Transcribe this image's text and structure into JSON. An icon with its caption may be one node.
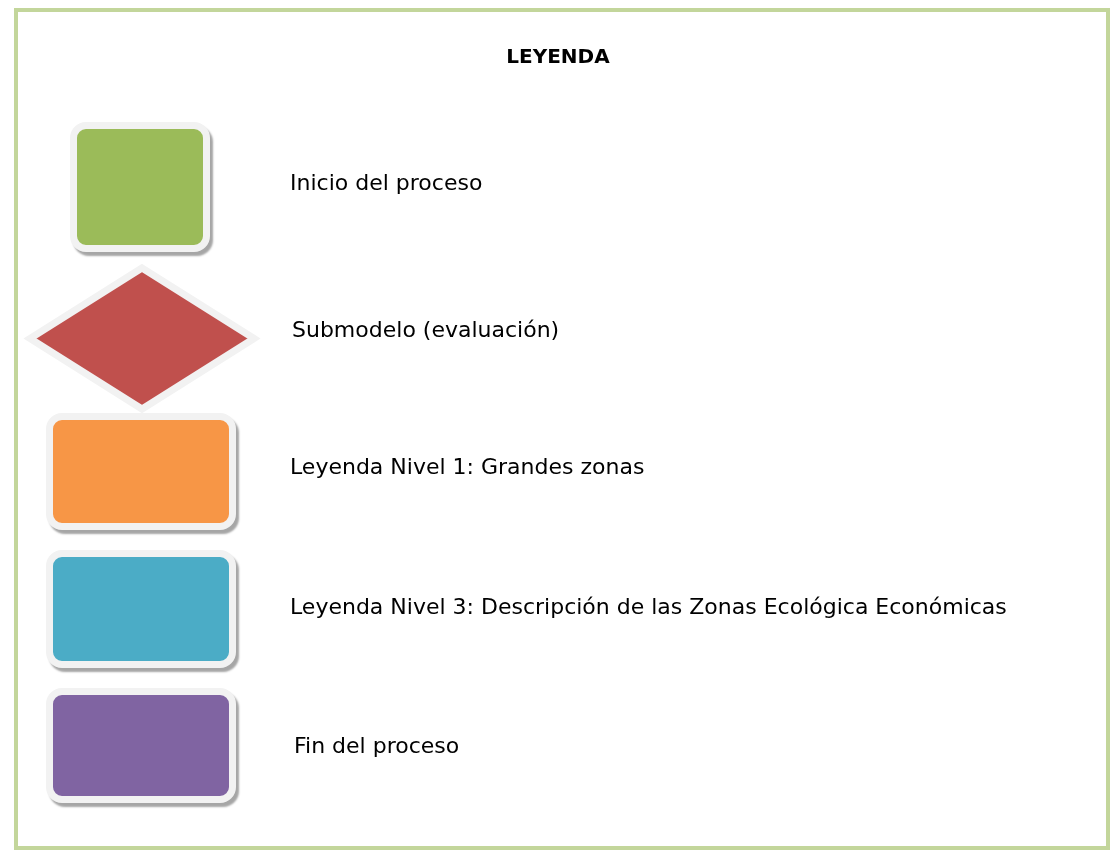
{
  "diagram": {
    "title": "LEYENDA",
    "legend": [
      {
        "text": "Inicio del proceso",
        "color": "#9bbb59"
      },
      {
        "text": "Submodelo (evaluación)",
        "color": "#c0504d"
      },
      {
        "text": "Leyenda Nivel 1: Grandes zonas",
        "color": "#f79646"
      },
      {
        "text": "Leyenda Nivel 3: Descripción de las Zonas Ecológica Económicas",
        "color": "#4bacc6"
      },
      {
        "text": "Fin del proceso",
        "color": "#8064a2"
      }
    ]
  }
}
